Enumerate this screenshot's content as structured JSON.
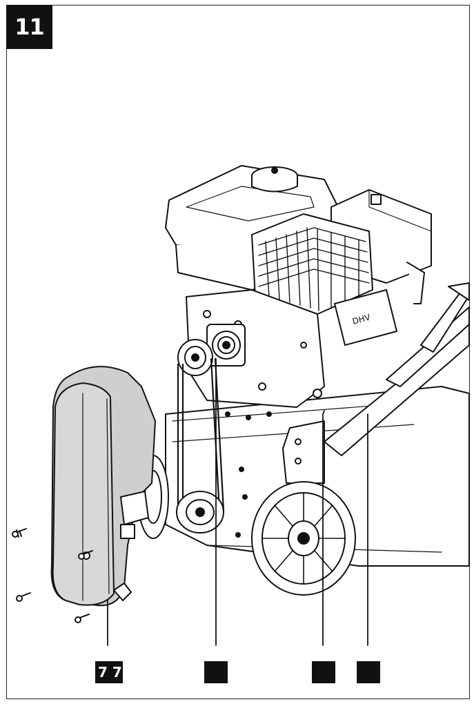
{
  "step": {
    "number": "11"
  },
  "callouts": [
    {
      "id": "callout-a",
      "label": "7 7"
    },
    {
      "id": "callout-b",
      "label": ""
    },
    {
      "id": "callout-c",
      "label": ""
    },
    {
      "id": "callout-d",
      "label": ""
    }
  ],
  "colors": {
    "ink": "#111111",
    "cover_fill": "#cfcfcf",
    "paper": "#ffffff"
  },
  "icons": [
    "engine-illustration",
    "belt-cover-illustration",
    "screw-icon",
    "wheel-illustration",
    "pulley-illustration"
  ]
}
